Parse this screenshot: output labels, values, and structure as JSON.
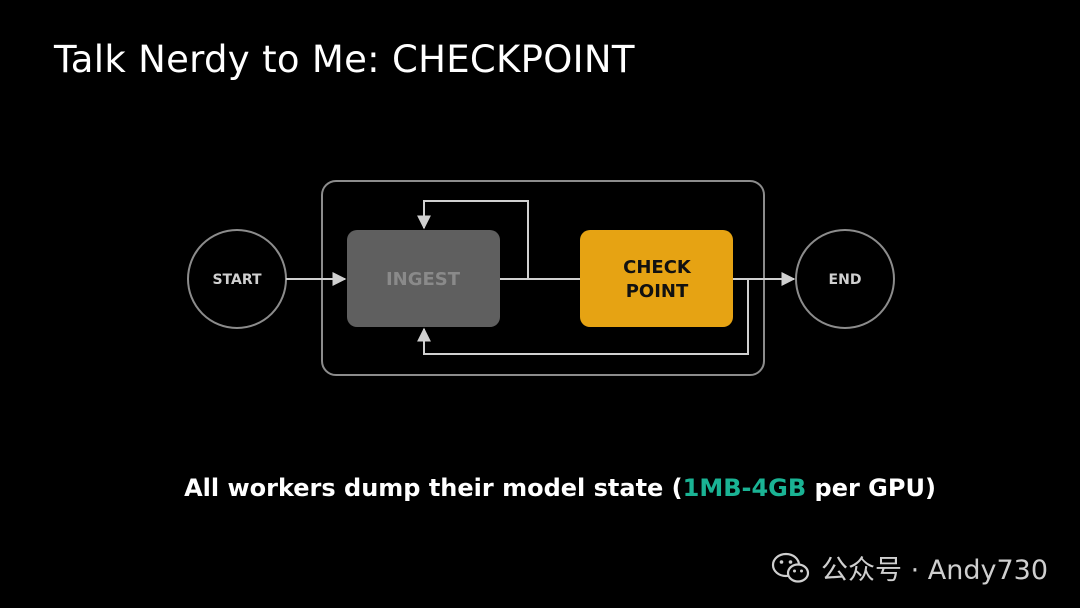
{
  "slide": {
    "title": "Talk Nerdy to Me: CHECKPOINT"
  },
  "diagram": {
    "nodes": {
      "start": "START",
      "ingest": "INGEST",
      "checkpoint_line1": "CHECK",
      "checkpoint_line2": "POINT",
      "end": "END"
    },
    "colors": {
      "ingest_fill": "#5f5f5f",
      "ingest_text": "#8a8a8a",
      "checkpoint_fill": "#e6a313",
      "checkpoint_text": "#111111",
      "outline": "#8c8c8c"
    }
  },
  "caption": {
    "before": "All workers dump their model state (",
    "highlight": "1MB-4GB",
    "after": " per GPU)",
    "highlight_color": "#1ab394"
  },
  "watermark": {
    "icon": "wechat-icon",
    "text": "公众号 · Andy730"
  }
}
